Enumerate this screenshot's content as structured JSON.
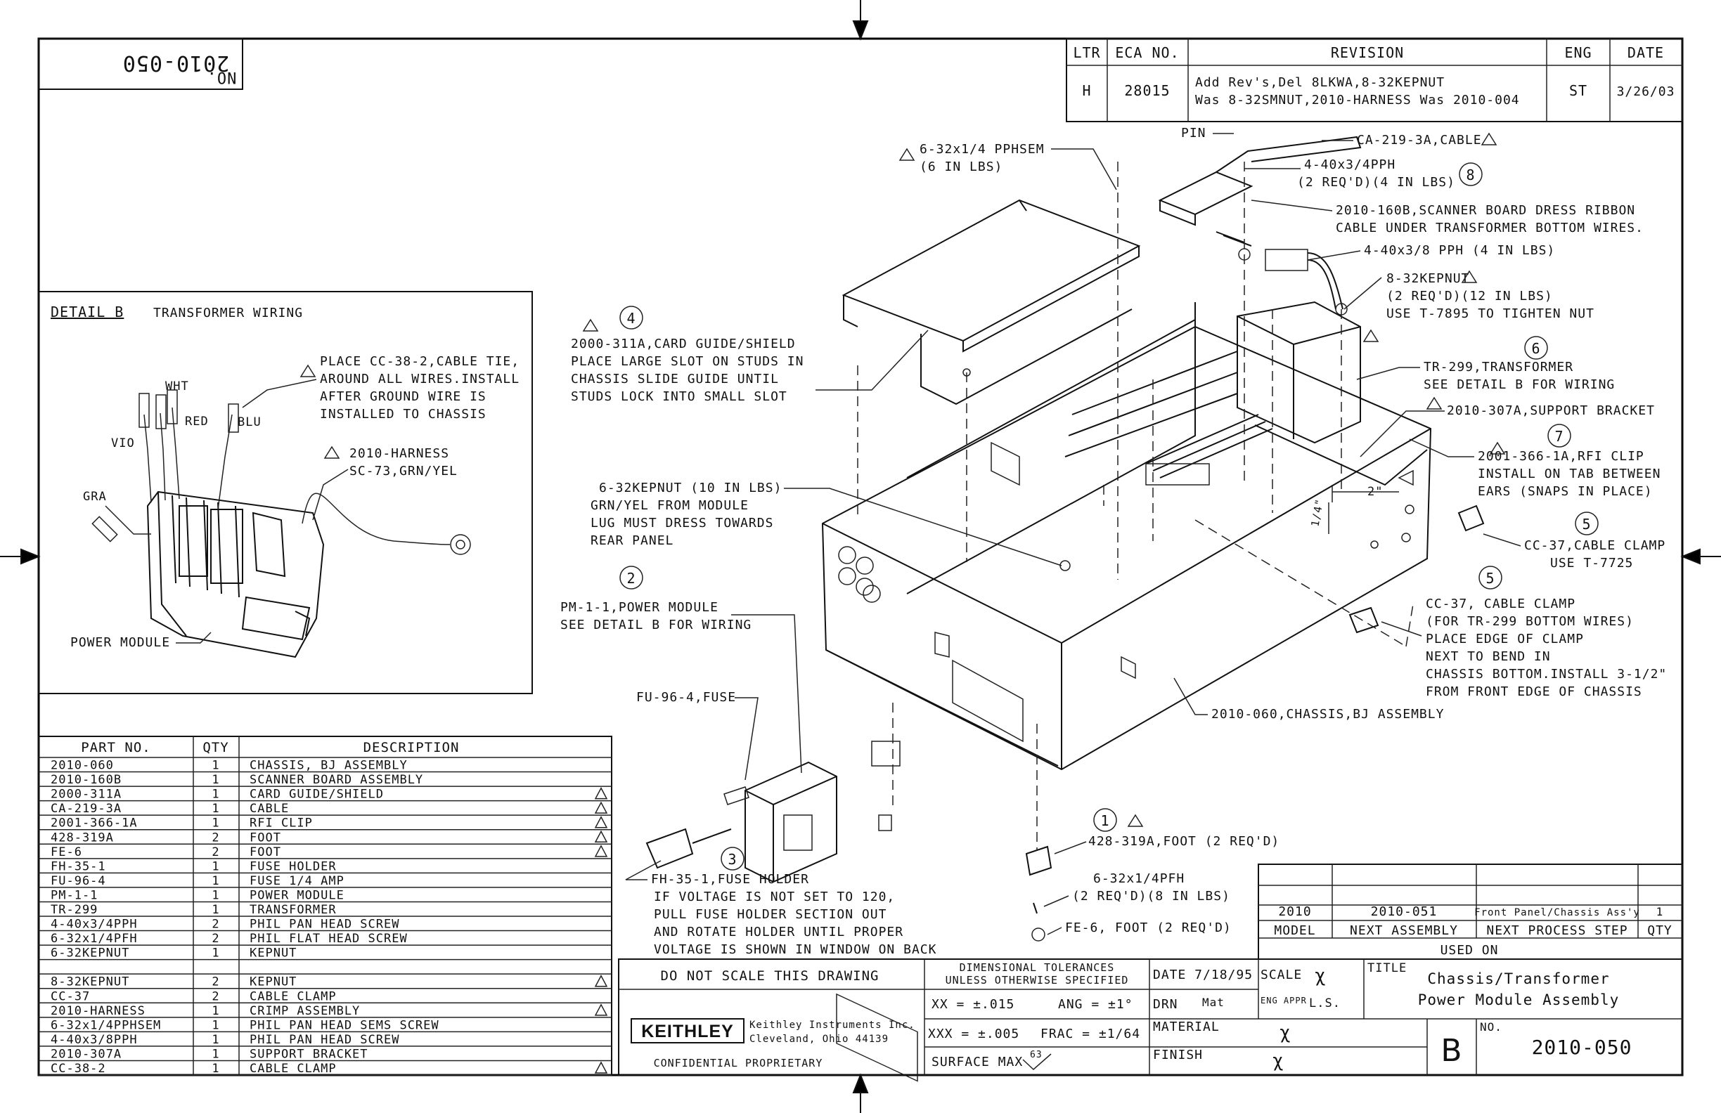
{
  "drawing_no_stamp": {
    "label": "NO.",
    "value": "2010-050"
  },
  "revision_block": {
    "headers": [
      "LTR",
      "ECA NO.",
      "REVISION",
      "ENG",
      "DATE"
    ],
    "row": {
      "ltr": "H",
      "eca": "28015",
      "revision_line1": "Add Rev's,Del 8LKWA,8-32KEPNUT",
      "revision_line2": "Was 8-32SMNUT,2010-HARNESS Was 2010-004",
      "eng": "ST",
      "date": "3/26/03"
    }
  },
  "detail_b": {
    "title": "DETAIL B",
    "subtitle": "TRANSFORMER WIRING",
    "wires": [
      "WHT",
      "VIO",
      "RED",
      "BLU",
      "GRA"
    ],
    "note1": [
      "PLACE CC-38-2,CABLE TIE,",
      "AROUND ALL WIRES.INSTALL",
      "AFTER GROUND WIRE IS",
      "INSTALLED TO CHASSIS"
    ],
    "note2": [
      "2010-HARNESS",
      "SC-73,GRN/YEL"
    ],
    "power_module_label": "POWER MODULE"
  },
  "callouts": {
    "pphsem": [
      "6-32x1/4 PPHSEM",
      "(6 IN LBS)"
    ],
    "pin": "PIN",
    "cable": "CA-219-3A,CABLE",
    "pph_4_40": [
      "4-40x3/4PPH",
      "(2 REQ'D)(4 IN LBS)"
    ],
    "item8": "8",
    "scanner": [
      "2010-160B,SCANNER BOARD DRESS RIBBON",
      "CABLE UNDER TRANSFORMER BOTTOM WIRES."
    ],
    "pph_3_8": "4-40x3/8 PPH (4 IN LBS)",
    "kepnut": [
      "8-32KEPNUT",
      "(2 REQ'D)(12 IN LBS)",
      "USE T-7895 TO TIGHTEN NUT"
    ],
    "item4": "4",
    "card_guide": [
      "2000-311A,CARD GUIDE/SHIELD",
      "PLACE LARGE SLOT ON STUDS IN",
      "CHASSIS SLIDE GUIDE UNTIL",
      "STUDS LOCK INTO SMALL SLOT"
    ],
    "item6": "6",
    "transformer": [
      "TR-299,TRANSFORMER",
      "SEE DETAIL B FOR WIRING"
    ],
    "support": "2010-307A,SUPPORT BRACKET",
    "item7": "7",
    "rfi": [
      "2001-366-1A,RFI CLIP",
      "INSTALL ON TAB BETWEEN",
      "EARS (SNAPS IN PLACE)"
    ],
    "dim_2": "2\"",
    "dim_14": "1/4\"",
    "item5a": "5",
    "cc37a": [
      "CC-37,CABLE CLAMP",
      "USE T-7725"
    ],
    "kepnut_10": [
      "6-32KEPNUT (10 IN LBS)",
      "GRN/YEL FROM MODULE",
      "LUG MUST DRESS TOWARDS",
      "REAR PANEL"
    ],
    "item2": "2",
    "pm": [
      "PM-1-1,POWER MODULE",
      "SEE DETAIL B FOR WIRING"
    ],
    "item5b": "5",
    "cc37b": [
      "CC-37, CABLE CLAMP",
      "(FOR TR-299 BOTTOM WIRES)",
      "PLACE EDGE OF CLAMP",
      "NEXT TO BEND IN",
      "CHASSIS BOTTOM.INSTALL 3-1/2\"",
      "FROM FRONT EDGE OF CHASSIS"
    ],
    "fuse": "FU-96-4,FUSE",
    "chassis": "2010-060,CHASSIS,BJ ASSEMBLY",
    "item1": "1",
    "foot": "428-319A,FOOT (2 REQ'D)",
    "pfh": [
      "6-32x1/4PFH",
      "(2 REQ'D)(8 IN LBS)"
    ],
    "fe6": "FE-6, FOOT (2 REQ'D)",
    "item3": "3",
    "fuse_holder": [
      "FH-35-1,FUSE HOLDER",
      "IF VOLTAGE IS NOT SET TO 120,",
      "PULL FUSE HOLDER SECTION OUT",
      "AND ROTATE HOLDER UNTIL PROPER",
      "VOLTAGE IS SHOWN IN WINDOW ON BACK"
    ]
  },
  "parts_list": {
    "headers": [
      "PART NO.",
      "QTY",
      "DESCRIPTION"
    ],
    "rows": [
      {
        "part": "2010-060",
        "qty": "1",
        "desc": "CHASSIS, BJ ASSEMBLY",
        "flag": false
      },
      {
        "part": "2010-160B",
        "qty": "1",
        "desc": "SCANNER BOARD ASSEMBLY",
        "flag": false
      },
      {
        "part": "2000-311A",
        "qty": "1",
        "desc": "CARD GUIDE/SHIELD",
        "flag": true
      },
      {
        "part": "CA-219-3A",
        "qty": "1",
        "desc": "CABLE",
        "flag": true
      },
      {
        "part": "2001-366-1A",
        "qty": "1",
        "desc": "RFI CLIP",
        "flag": true
      },
      {
        "part": "428-319A",
        "qty": "2",
        "desc": "FOOT",
        "flag": true
      },
      {
        "part": "FE-6",
        "qty": "2",
        "desc": "FOOT",
        "flag": true
      },
      {
        "part": "FH-35-1",
        "qty": "1",
        "desc": "FUSE HOLDER",
        "flag": false
      },
      {
        "part": "FU-96-4",
        "qty": "1",
        "desc": "FUSE 1/4 AMP",
        "flag": false
      },
      {
        "part": "PM-1-1",
        "qty": "1",
        "desc": "POWER MODULE",
        "flag": false
      },
      {
        "part": "TR-299",
        "qty": "1",
        "desc": "TRANSFORMER",
        "flag": false
      },
      {
        "part": "4-40x3/4PPH",
        "qty": "2",
        "desc": "PHIL PAN HEAD SCREW",
        "flag": false
      },
      {
        "part": "6-32x1/4PFH",
        "qty": "2",
        "desc": "PHIL FLAT HEAD SCREW",
        "flag": false
      },
      {
        "part": "6-32KEPNUT",
        "qty": "1",
        "desc": "KEPNUT",
        "flag": false
      },
      {
        "part": "",
        "qty": "",
        "desc": "",
        "flag": false
      },
      {
        "part": "8-32KEPNUT",
        "qty": "2",
        "desc": "KEPNUT",
        "flag": true
      },
      {
        "part": "CC-37",
        "qty": "2",
        "desc": "CABLE CLAMP",
        "flag": false
      },
      {
        "part": "2010-HARNESS",
        "qty": "1",
        "desc": "CRIMP ASSEMBLY",
        "flag": true
      },
      {
        "part": "6-32x1/4PPHSEM",
        "qty": "1",
        "desc": "PHIL PAN HEAD SEMS SCREW",
        "flag": false
      },
      {
        "part": "4-40x3/8PPH",
        "qty": "1",
        "desc": "PHIL PAN HEAD SCREW",
        "flag": false
      },
      {
        "part": "2010-307A",
        "qty": "1",
        "desc": "SUPPORT BRACKET",
        "flag": false
      },
      {
        "part": "CC-38-2",
        "qty": "1",
        "desc": "CABLE CLAMP",
        "flag": true
      }
    ]
  },
  "used_on": {
    "headers": [
      "MODEL",
      "NEXT ASSEMBLY",
      "NEXT PROCESS STEP",
      "QTY"
    ],
    "row": {
      "model": "2010",
      "next_assembly": "2010-051",
      "next_step": "Front Panel/Chassis Ass'y",
      "qty": "1"
    },
    "caption": "USED ON"
  },
  "title_block": {
    "do_not_scale": "DO NOT SCALE THIS DRAWING",
    "company": "KEITHLEY",
    "company_line1": "Keithley Instruments Inc.",
    "company_line2": "Cleveland, Ohio 44139",
    "confidential": "CONFIDENTIAL PROPRIETARY",
    "tol_title1": "DIMENSIONAL TOLERANCES",
    "tol_title2": "UNLESS OTHERWISE SPECIFIED",
    "tol_xx": "XX = ±.015",
    "tol_ang": "ANG = ±1°",
    "tol_xxx": "XXX = ±.005",
    "tol_frac": "FRAC = ±1/64",
    "surface": "SURFACE MAX",
    "surface_val": "63",
    "date": "DATE 7/18/95",
    "drn": "DRN",
    "drn_val": "Mat",
    "material": "MATERIAL",
    "finish": "FINISH",
    "scale": "SCALE",
    "eng_appr": "ENG APPR",
    "eng_appr_val": "L.S.",
    "title_label": "TITLE",
    "title1": "Chassis/Transformer",
    "title2": "Power Module Assembly",
    "size": "B",
    "no_label": "NO.",
    "number": "2010-050",
    "squiggle": "χ"
  }
}
